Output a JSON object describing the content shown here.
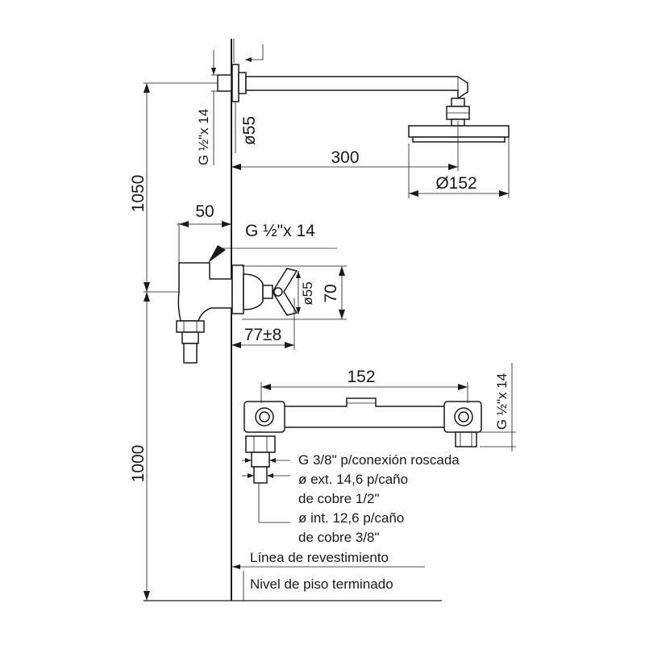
{
  "dimensions": {
    "total_height_top": "1050",
    "total_height_bottom": "1000",
    "arm_length": "300",
    "head_diameter": "Ø152",
    "flange_diameter": "ø55",
    "arm_thread": "G ½\"x 14",
    "body_offset": "50",
    "inlet_thread": "G ½\"x 14",
    "valve_flange_diameter": "ø55",
    "valve_height": "70",
    "valve_depth": "77±8",
    "bar_width": "152",
    "bar_thread": "G ½\"x 14"
  },
  "notes": {
    "connection_thread": "G 3/8\" p/conexión roscada",
    "ext_diameter_line1": "ø ext. 14,6 p/caño",
    "ext_diameter_line2": "de cobre 1/2\"",
    "int_diameter_line1": "ø int. 12,6 p/caño",
    "int_diameter_line2": "de cobre 3/8\"",
    "wall_line": "Línea de revestimiento",
    "floor_level": "Nivel de piso terminado"
  }
}
